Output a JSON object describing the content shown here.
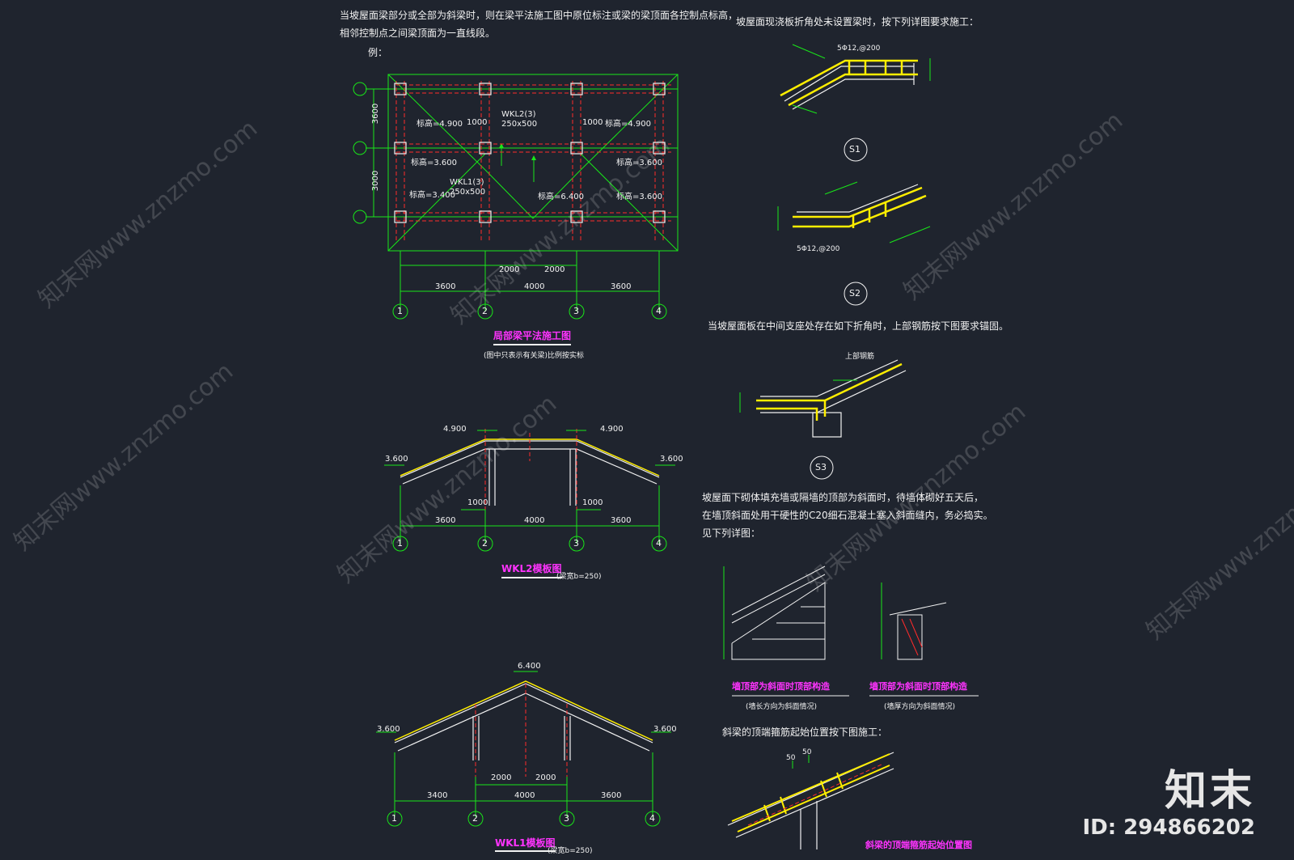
{
  "notes": {
    "top_left_1": "当坡屋面梁部分或全部为斜梁时，则在梁平法施工图中原位标注或梁的梁顶面各控制点标高，",
    "top_left_2": "相邻控制点之间梁顶面为一直线段。",
    "example": "例：",
    "top_right": "坡屋面现浇板折角处未设置梁时，按下列详图要求施工：",
    "mid_right": "当坡屋面板在中间支座处存在如下折角时，上部钢筋按下图要求锚固。",
    "wall_1": "坡屋面下砌体填充墙或隔墙的顶部为斜面时，待墙体砌好五天后，",
    "wall_2": "在墙顶斜面处用干硬性的C20细石混凝土塞入斜面缝内，务必捣实。",
    "wall_3": "见下列详图：",
    "beam_note": "斜梁的顶端箍筋起始位置按下图施工："
  },
  "plan": {
    "title": "局部梁平法施工图",
    "subtitle": "(图中只表示有关梁)比例按实标",
    "dims_bottom": [
      "3600",
      "4000",
      "3600"
    ],
    "dims_inner": [
      "2000",
      "2000"
    ],
    "dims_left": [
      "3600",
      "3000"
    ],
    "axes": [
      "1",
      "2",
      "3",
      "4"
    ],
    "labels": {
      "el_4900_l": "标高=4.900",
      "el_4900_r": "标高=4.900",
      "el_3600_a": "标高=3.600",
      "el_3600_b": "标高=3.600",
      "el_3400_l": "标高=3.400",
      "el_3600_r": "标高=3.600",
      "el_6400": "标高=6.400",
      "d1000_l": "1000",
      "d1000_r": "1000",
      "wkl2": "WKL2(3)",
      "wkl2_size": "250x500",
      "wkl1": "WKL1(3)",
      "wkl1_size": "250x500"
    }
  },
  "wkl2": {
    "title": "WKL2模板图",
    "subtitle": "(梁宽b=250)",
    "el_left": "3.600",
    "el_top_l": "4.900",
    "el_top_r": "4.900",
    "el_right": "3.600",
    "d1000_l": "1000",
    "d1000_r": "1000",
    "dims": [
      "3600",
      "4000",
      "3600"
    ],
    "axes": [
      "1",
      "2",
      "3",
      "4"
    ]
  },
  "wkl1": {
    "title": "WKL1模板图",
    "subtitle": "(梁宽b=250)",
    "el_left": "3.600",
    "el_peak": "6.400",
    "el_right": "3.600",
    "dims_inner": [
      "2000",
      "2000"
    ],
    "dims": [
      "3400",
      "4000",
      "3600"
    ],
    "axes": [
      "1",
      "2",
      "3",
      "4"
    ]
  },
  "details": {
    "s1": "S1",
    "s2": "S2",
    "s3": "S3",
    "s1_rebar": "5Φ12,@200",
    "s2_rebar": "5Φ12,@200",
    "s3_label": "上部钢筋",
    "wall_title_1": "墙顶部为斜面时顶部构造",
    "wall_sub_1": "(墙长方向为斜面情况)",
    "wall_title_2": "墙顶部为斜面时顶部构造",
    "wall_sub_2": "(墙厚方向为斜面情况)",
    "beam_title": "斜梁的顶端箍筋起始位置图",
    "beam_dim_1": "50",
    "beam_dim_2": "50"
  },
  "branding": {
    "logo": "知末",
    "id": "ID: 294866202",
    "watermark": "知末网www.znzmo.com"
  },
  "colors": {
    "background": "#1f242e",
    "green": "#19e619",
    "yellow": "#ffee00",
    "red": "#ff2b2b",
    "magenta": "#ff33ff",
    "white": "#f2f2f2"
  }
}
